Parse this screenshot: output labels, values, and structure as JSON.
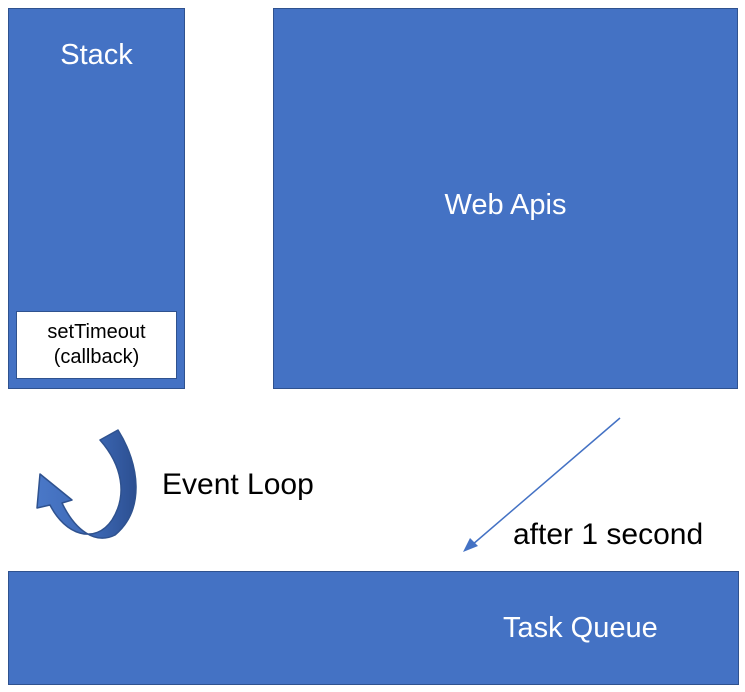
{
  "colors": {
    "box_fill": "#4472c4",
    "box_border": "#2f528f",
    "arrow": "#4472c4",
    "text_on_box": "#ffffff",
    "text": "#000000"
  },
  "stack": {
    "title": "Stack",
    "frame": {
      "line1": "setTimeout",
      "line2": "(callback)"
    }
  },
  "web_apis": {
    "title": "Web Apis"
  },
  "task_queue": {
    "title": "Task Queue"
  },
  "event_loop": {
    "label": "Event Loop",
    "icon": "curved-arrow-icon"
  },
  "timer_arrow": {
    "label": "after 1 second"
  }
}
